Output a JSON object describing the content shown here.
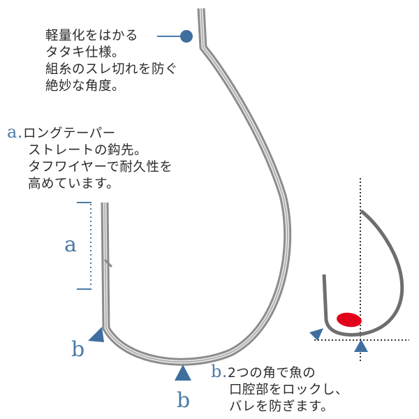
{
  "callouts": {
    "top": {
      "lines": [
        "軽量化をはかる",
        "タタキ仕様。",
        "組糸のスレ切れを防ぐ",
        "絶妙な角度。"
      ]
    },
    "a": {
      "marker": "a.",
      "lines": [
        "ロングテーパー",
        "ストレートの鈎先。",
        "タフワイヤーで耐久性を",
        "高めています。"
      ]
    },
    "b": {
      "marker": "b.",
      "lines": [
        "2つの角で魚の",
        "口腔部をロックし、",
        "バレを防ぎます。"
      ]
    }
  },
  "labels": {
    "a": "a",
    "b_left": "b",
    "b_bottom": "b"
  },
  "colors": {
    "accent": "#4a7aa6",
    "hook": "#9a9a9a",
    "diagram_hook": "#6e6e6e",
    "lock_point": "#e3001b"
  }
}
